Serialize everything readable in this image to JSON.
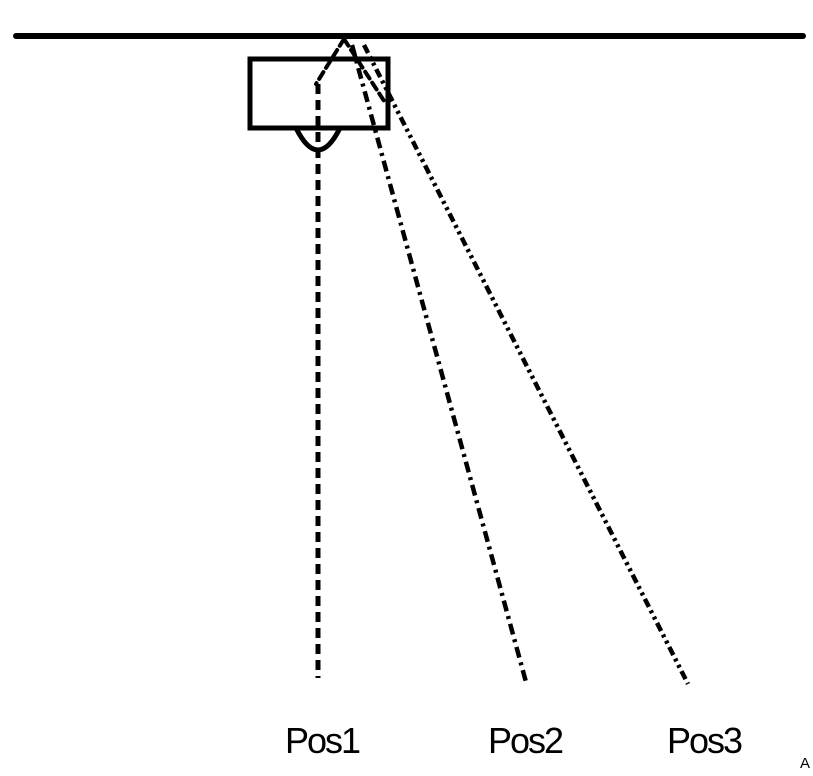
{
  "diagram": {
    "line_color": "#000000",
    "background": "#ffffff",
    "labels": {
      "pos1": "Pos1",
      "pos2": "Pos2",
      "pos3": "Pos3",
      "corner": "A"
    }
  }
}
